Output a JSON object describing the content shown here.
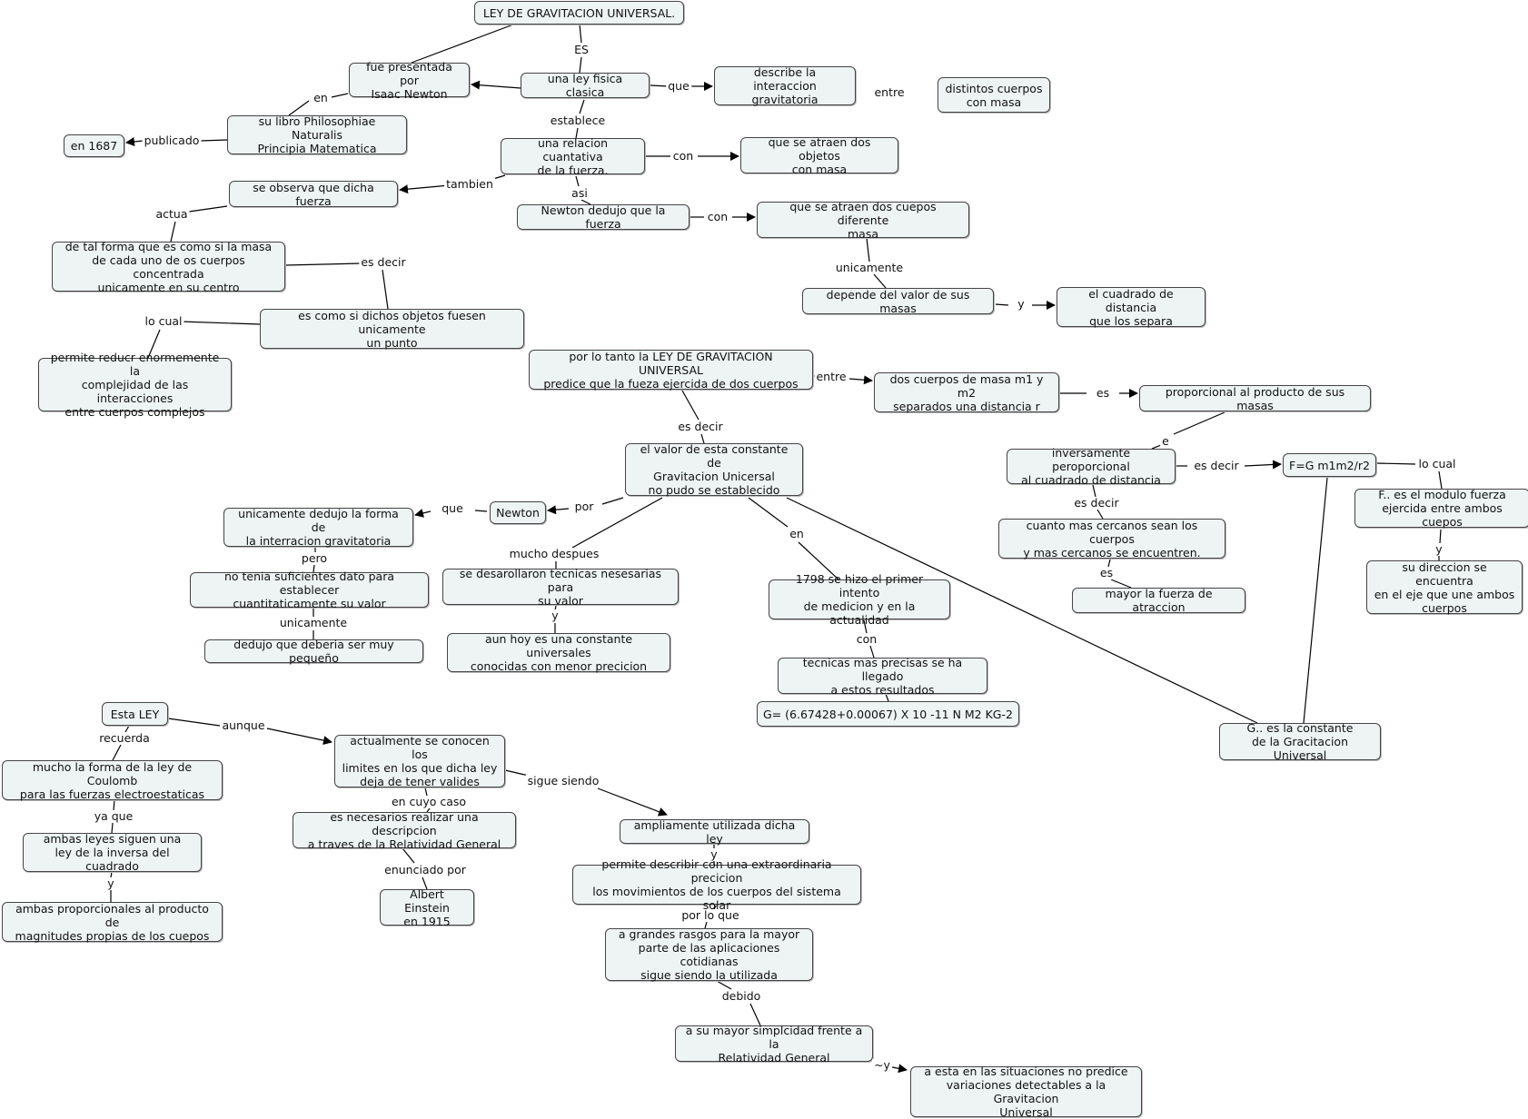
{
  "concept_map": {
    "nodes": [
      {
        "id": "n1",
        "text": "LEY DE GRAVITACION UNIVERSAL."
      },
      {
        "id": "n2",
        "text": "fue presentada por\nIsaac Newton"
      },
      {
        "id": "n3",
        "text": "una ley fisica clasica"
      },
      {
        "id": "n4",
        "text": "describe la\ninteraccion gravitatoria"
      },
      {
        "id": "n5",
        "text": "distintos cuerpos\ncon masa"
      },
      {
        "id": "n6",
        "text": "su libro Philosophiae Naturalis\nPrincipia Matematica"
      },
      {
        "id": "n7",
        "text": "en 1687"
      },
      {
        "id": "n8",
        "text": "una relacion cuantativa\nde la fuerza."
      },
      {
        "id": "n9",
        "text": "que se atraen dos objetos\ncon masa"
      },
      {
        "id": "n10",
        "text": "se observa que dicha fuerza"
      },
      {
        "id": "n11",
        "text": "Newton dedujo que la fuerza"
      },
      {
        "id": "n12",
        "text": "que se atraen dos cuepos diferente\nmasa"
      },
      {
        "id": "n13",
        "text": "de tal forma que es como si la masa\nde cada uno de os cuerpos concentrada\nunicamente en su centro"
      },
      {
        "id": "n14",
        "text": "depende del valor de sus masas"
      },
      {
        "id": "n15",
        "text": "el cuadrado de distancia\nque los separa"
      },
      {
        "id": "n16",
        "text": "es como si dichos objetos fuesen unicamente\nun punto"
      },
      {
        "id": "n17",
        "text": "permite reducr enormemente la\ncomplejidad de las interacciones\nentre cuerpos complejos"
      },
      {
        "id": "n18",
        "text": "por lo tanto la LEY DE GRAVITACION UNIVERSAL\npredice que la fueza ejercida de dos cuerpos"
      },
      {
        "id": "n19",
        "text": "dos cuerpos de masa m1 y m2\nseparados una distancia r"
      },
      {
        "id": "n20",
        "text": "proporcional al producto de sus masas"
      },
      {
        "id": "n21",
        "text": "el valor de esta constante de\nGravitacion Unicersal\nno pudo se establecido"
      },
      {
        "id": "n22",
        "text": "inversamente peroporcional\nal cuadrado de distancia"
      },
      {
        "id": "n23",
        "text": "F=G m1m2/r2"
      },
      {
        "id": "n24",
        "text": "Newton"
      },
      {
        "id": "n25",
        "text": "unicamente dedujo la forma de\nla interracion gravitatoria"
      },
      {
        "id": "n26",
        "text": "F.. es el modulo fuerza\nejercida entre ambos cuepos"
      },
      {
        "id": "n27",
        "text": "cuanto mas cercanos sean los cuerpos\ny mas cercanos se encuentren."
      },
      {
        "id": "n28",
        "text": "se desarollaron tecnicas nesesarias para\nsu valor"
      },
      {
        "id": "n29",
        "text": "no tenia suficientes dato para establecer\ncuantitaticamente su valor"
      },
      {
        "id": "n30",
        "text": "1798 se hizo el primer intento\nde medicion y en la actualidad"
      },
      {
        "id": "n31",
        "text": "su direccion se encuentra\nen el eje que une ambos\ncuerpos"
      },
      {
        "id": "n32",
        "text": "mayor la fuerza de atraccion"
      },
      {
        "id": "n33",
        "text": "dedujo que deberia ser muy pequeño"
      },
      {
        "id": "n34",
        "text": "aun hoy es una constante universales\nconocidas con menor precicion"
      },
      {
        "id": "n35",
        "text": "tecnicas mas precisas se ha llegado\na estos resultados"
      },
      {
        "id": "n36",
        "text": "G= (6.67428+0.00067) X 10 -11 N M2 KG-2"
      },
      {
        "id": "n37",
        "text": "Esta LEY"
      },
      {
        "id": "n38",
        "text": "G.. es la constante\nde la Gracitacion Universal"
      },
      {
        "id": "n39",
        "text": "actualmente se conocen los\nlimites en los que dicha ley\ndeja de tener valides"
      },
      {
        "id": "n40",
        "text": "mucho la forma de la ley de Coulomb\npara las fuerzas electroestaticas"
      },
      {
        "id": "n41",
        "text": "ampliamente utilizada dicha ley"
      },
      {
        "id": "n42",
        "text": "es necesarios realizar una descripcion\na traves de la Relatividad General"
      },
      {
        "id": "n43",
        "text": "ambas leyes siguen una\nley de la inversa del cuadrado"
      },
      {
        "id": "n44",
        "text": "permite describir con una extraordinaria precicion\nlos movimientos de los cuerpos del sistema solar"
      },
      {
        "id": "n45",
        "text": "Albert Einstein\nen 1915"
      },
      {
        "id": "n46",
        "text": "ambas proporcionales al producto de\nmagnitudes propias de los cuepos"
      },
      {
        "id": "n47",
        "text": "a grandes rasgos para la mayor\nparte de las aplicaciones cotidianas\nsigue siendo la utilizada"
      },
      {
        "id": "n48",
        "text": "a su mayor simplcidad frente a la\nRelatividad General"
      },
      {
        "id": "n49",
        "text": "a esta en las situaciones no predice\nvariaciones detectables a la Gravitacion\nUniversal"
      }
    ],
    "labels": [
      {
        "id": "l1",
        "text": "ES"
      },
      {
        "id": "l2",
        "text": "en"
      },
      {
        "id": "l3",
        "text": "que"
      },
      {
        "id": "l4",
        "text": "entre"
      },
      {
        "id": "l5",
        "text": "publicado"
      },
      {
        "id": "l6",
        "text": "establece"
      },
      {
        "id": "l7",
        "text": "con"
      },
      {
        "id": "l8",
        "text": "tambien"
      },
      {
        "id": "l9",
        "text": "asi"
      },
      {
        "id": "l10",
        "text": "actua"
      },
      {
        "id": "l11",
        "text": "con"
      },
      {
        "id": "l12",
        "text": "es decir"
      },
      {
        "id": "l13",
        "text": "unicamente"
      },
      {
        "id": "l14",
        "text": "y"
      },
      {
        "id": "l15",
        "text": "lo cual"
      },
      {
        "id": "l16",
        "text": "entre"
      },
      {
        "id": "l17",
        "text": "es"
      },
      {
        "id": "l18",
        "text": "es decir"
      },
      {
        "id": "l19",
        "text": "e"
      },
      {
        "id": "l20",
        "text": "es decir"
      },
      {
        "id": "l21",
        "text": "lo cual"
      },
      {
        "id": "l22",
        "text": "que"
      },
      {
        "id": "l23",
        "text": "por"
      },
      {
        "id": "l24",
        "text": "es decir"
      },
      {
        "id": "l25",
        "text": "en"
      },
      {
        "id": "l26",
        "text": "mucho despues"
      },
      {
        "id": "l27",
        "text": "pero"
      },
      {
        "id": "l28",
        "text": "y"
      },
      {
        "id": "l29",
        "text": "es"
      },
      {
        "id": "l30",
        "text": "unicamente"
      },
      {
        "id": "l31",
        "text": "y"
      },
      {
        "id": "l32",
        "text": "con"
      },
      {
        "id": "l33",
        "text": "recuerda"
      },
      {
        "id": "l34",
        "text": "aunque"
      },
      {
        "id": "l35",
        "text": "ya que"
      },
      {
        "id": "l36",
        "text": "en cuyo caso"
      },
      {
        "id": "l37",
        "text": "sigue siendo"
      },
      {
        "id": "l38",
        "text": "y"
      },
      {
        "id": "l39",
        "text": "y"
      },
      {
        "id": "l40",
        "text": "enunciado por"
      },
      {
        "id": "l41",
        "text": "por lo que"
      },
      {
        "id": "l42",
        "text": "debido"
      },
      {
        "id": "l43",
        "text": "~y"
      }
    ]
  }
}
